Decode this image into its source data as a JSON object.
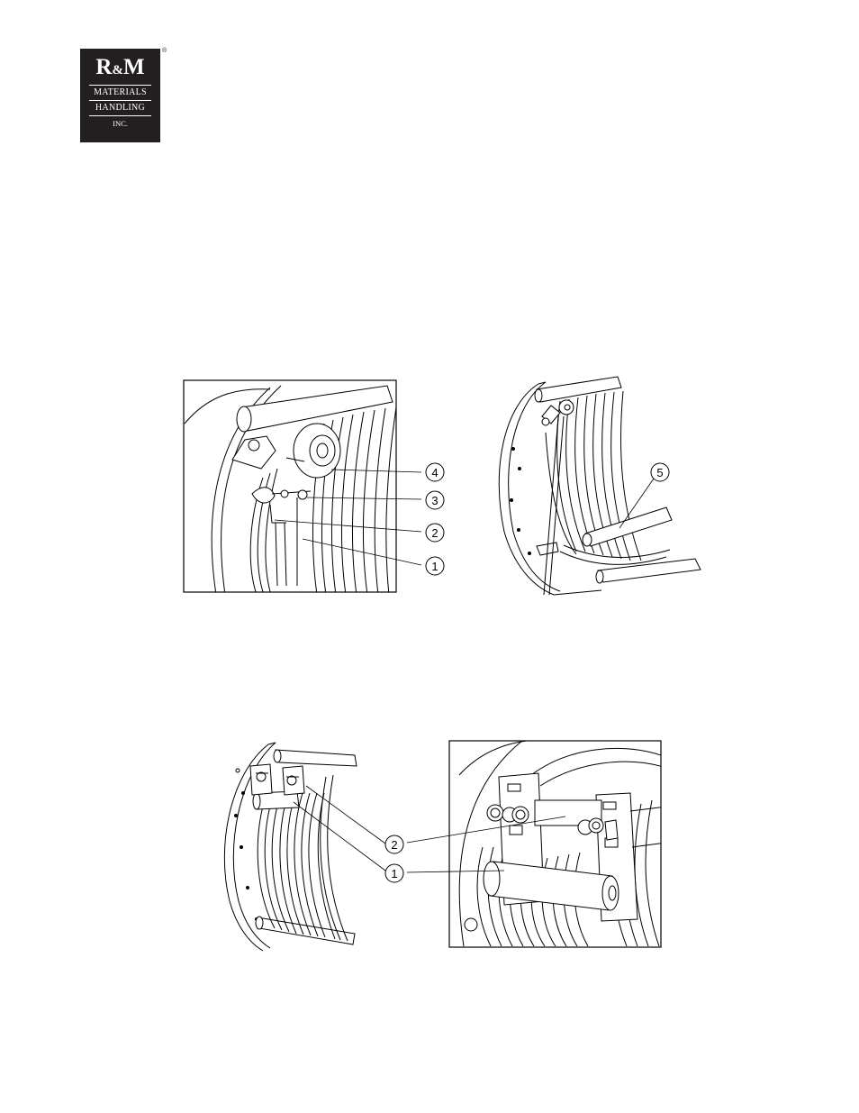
{
  "logo": {
    "line1_r": "R",
    "line1_amp": "&",
    "line1_m": "M",
    "line2": "MATERIALS",
    "line3": "HANDLING",
    "line4": "INC.",
    "registered": "®"
  },
  "figures": {
    "top_left": {
      "callouts": [
        "4",
        "3",
        "2",
        "1"
      ]
    },
    "top_right": {
      "callouts": [
        "5"
      ]
    },
    "bottom": {
      "callouts": [
        "2",
        "1"
      ]
    }
  }
}
